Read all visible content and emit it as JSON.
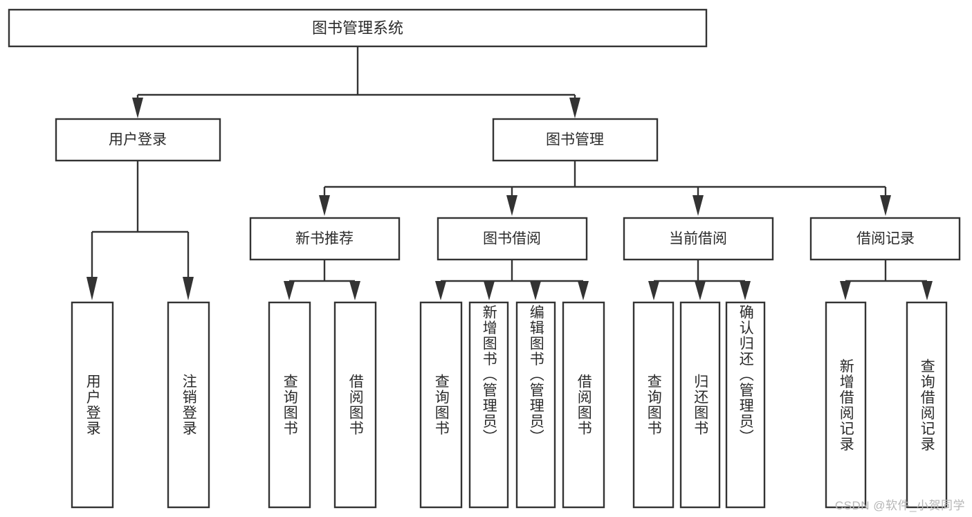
{
  "diagram": {
    "type": "tree-hierarchy-chart",
    "title": "图书管理系统",
    "orientation": "top-down",
    "colors": {
      "box_stroke": "#333333",
      "box_fill": "#ffffff",
      "text": "#2b2b2b",
      "background": "#ffffff",
      "watermark": "#b6b6b6"
    },
    "root": {
      "label": "图书管理系统"
    },
    "level1": [
      {
        "label": "用户登录"
      },
      {
        "label": "图书管理"
      }
    ],
    "level2": [
      {
        "label": "新书推荐"
      },
      {
        "label": "图书借阅"
      },
      {
        "label": "当前借阅"
      },
      {
        "label": "借阅记录"
      }
    ],
    "leaves": {
      "user_login": [
        {
          "label": "用户登录"
        },
        {
          "label": "注销登录"
        }
      ],
      "new_book_recommend": [
        {
          "label": "查询图书"
        },
        {
          "label": "借阅图书"
        }
      ],
      "book_borrow": [
        {
          "label": "查询图书"
        },
        {
          "label": "新增图书（管理员）"
        },
        {
          "label": "编辑图书（管理员）"
        },
        {
          "label": "借阅图书"
        }
      ],
      "current_borrow": [
        {
          "label": "查询图书"
        },
        {
          "label": "归还图书"
        },
        {
          "label": "确认归还（管理员）"
        }
      ],
      "borrow_record": [
        {
          "label": "新增借阅记录"
        },
        {
          "label": "查询借阅记录"
        }
      ]
    }
  },
  "watermark": {
    "text": "CSDN @软件_小贺同学"
  }
}
